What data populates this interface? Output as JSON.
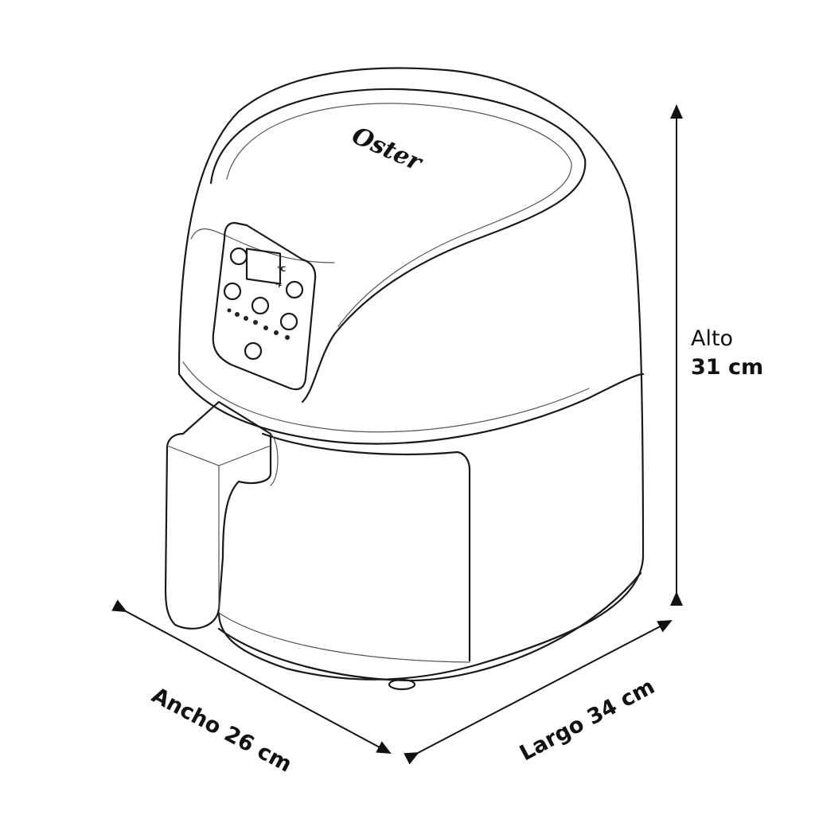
{
  "product": {
    "brand": "Oster",
    "display_unit_c": "°C",
    "display_unit_f": "°F"
  },
  "dimensions": {
    "height": {
      "label": "Alto",
      "value": "31 cm"
    },
    "width": {
      "label": "Ancho 26 cm"
    },
    "length": {
      "label": "Largo 34 cm"
    }
  }
}
